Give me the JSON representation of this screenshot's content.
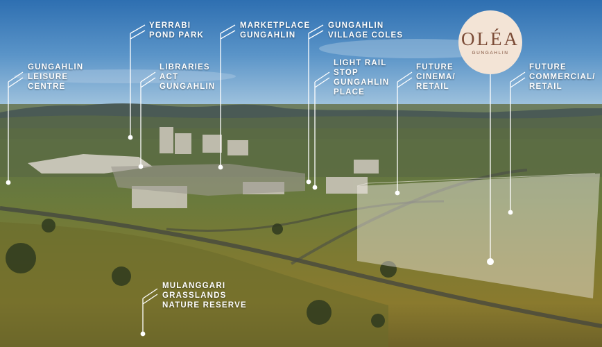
{
  "logo": {
    "mark": "OLÉA",
    "sub": "GUNGAHLIN",
    "bg_color": "#f3e4d6",
    "text_color": "#7b4b36"
  },
  "labels": [
    {
      "id": "gungahlin-leisure-centre",
      "lines": [
        "GUNGAHLIN",
        "LEISURE",
        "CENTRE"
      ]
    },
    {
      "id": "yerrabi-pond-park",
      "lines": [
        "YERRABI",
        "POND PARK"
      ]
    },
    {
      "id": "libraries-act-gungahlin",
      "lines": [
        "LIBRARIES",
        "ACT",
        "GUNGAHLIN"
      ]
    },
    {
      "id": "marketplace-gungahlin",
      "lines": [
        "MARKETPLACE",
        "GUNGAHLIN"
      ]
    },
    {
      "id": "gungahlin-village-coles",
      "lines": [
        "GUNGAHLIN",
        "VILLAGE COLES"
      ]
    },
    {
      "id": "light-rail-stop",
      "lines": [
        "LIGHT RAIL",
        "STOP",
        "GUNGAHLIN",
        "PLACE"
      ]
    },
    {
      "id": "future-cinema-retail",
      "lines": [
        "FUTURE",
        "CINEMA/",
        "RETAIL"
      ]
    },
    {
      "id": "future-commercial-retail",
      "lines": [
        "FUTURE",
        "COMMERCIAL/",
        "RETAIL"
      ]
    },
    {
      "id": "mulanggari-grasslands",
      "lines": [
        "MULANGGARI",
        "GRASSLANDS",
        "NATURE RESERVE"
      ]
    }
  ],
  "colors": {
    "label_text": "#ffffff",
    "leader_line": "#ffffff",
    "site_overlay": "#f2ece6"
  }
}
